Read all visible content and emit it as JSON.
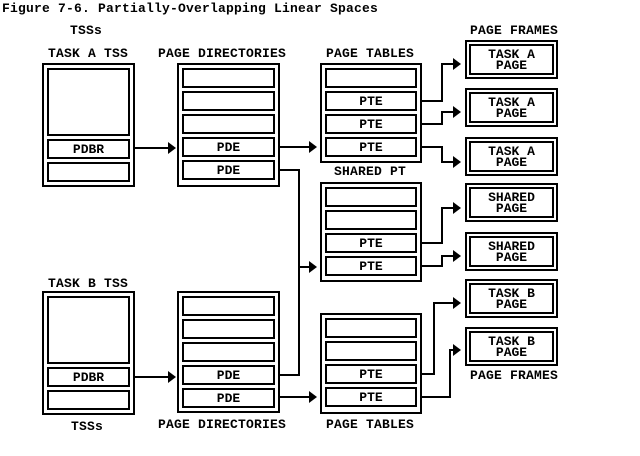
{
  "figure": {
    "title": "Figure 7-6. Partially-Overlapping Linear Spaces"
  },
  "labels": {
    "tsss_top": "TSSs",
    "task_a_tss": "TASK A TSS",
    "page_directories_top": "PAGE DIRECTORIES",
    "page_tables_top": "PAGE TABLES",
    "page_frames_top": "PAGE FRAMES",
    "shared_pt": "SHARED PT",
    "task_b_tss": "TASK B TSS",
    "tsss_bottom": "TSSs",
    "page_directories_bottom": "PAGE DIRECTORIES",
    "page_tables_bottom": "PAGE TABLES",
    "page_frames_bottom": "PAGE FRAMES"
  },
  "boxes": {
    "task_a_tss": {
      "cells": [
        "",
        "PDBR",
        ""
      ]
    },
    "page_directory_a": {
      "cells": [
        "",
        "",
        "",
        "PDE",
        "PDE"
      ]
    },
    "page_table_a": {
      "cells": [
        "",
        "PTE",
        "PTE",
        "PTE"
      ]
    },
    "shared_page_table": {
      "cells": [
        "",
        "",
        "PTE",
        "PTE"
      ]
    },
    "task_b_tss": {
      "cells": [
        "",
        "PDBR",
        ""
      ]
    },
    "page_directory_b": {
      "cells": [
        "",
        "",
        "",
        "PDE",
        "PDE"
      ]
    },
    "page_table_b": {
      "cells": [
        "",
        "",
        "PTE",
        "PTE"
      ]
    }
  },
  "frames": [
    {
      "line1": "TASK A",
      "line2": "PAGE"
    },
    {
      "line1": "TASK A",
      "line2": "PAGE"
    },
    {
      "line1": "TASK A",
      "line2": "PAGE"
    },
    {
      "line1": "SHARED",
      "line2": "PAGE"
    },
    {
      "line1": "SHARED",
      "line2": "PAGE"
    },
    {
      "line1": "TASK B",
      "line2": "PAGE"
    },
    {
      "line1": "TASK B",
      "line2": "PAGE"
    }
  ],
  "colors": {
    "ink": "#000000",
    "background": "#ffffff"
  }
}
